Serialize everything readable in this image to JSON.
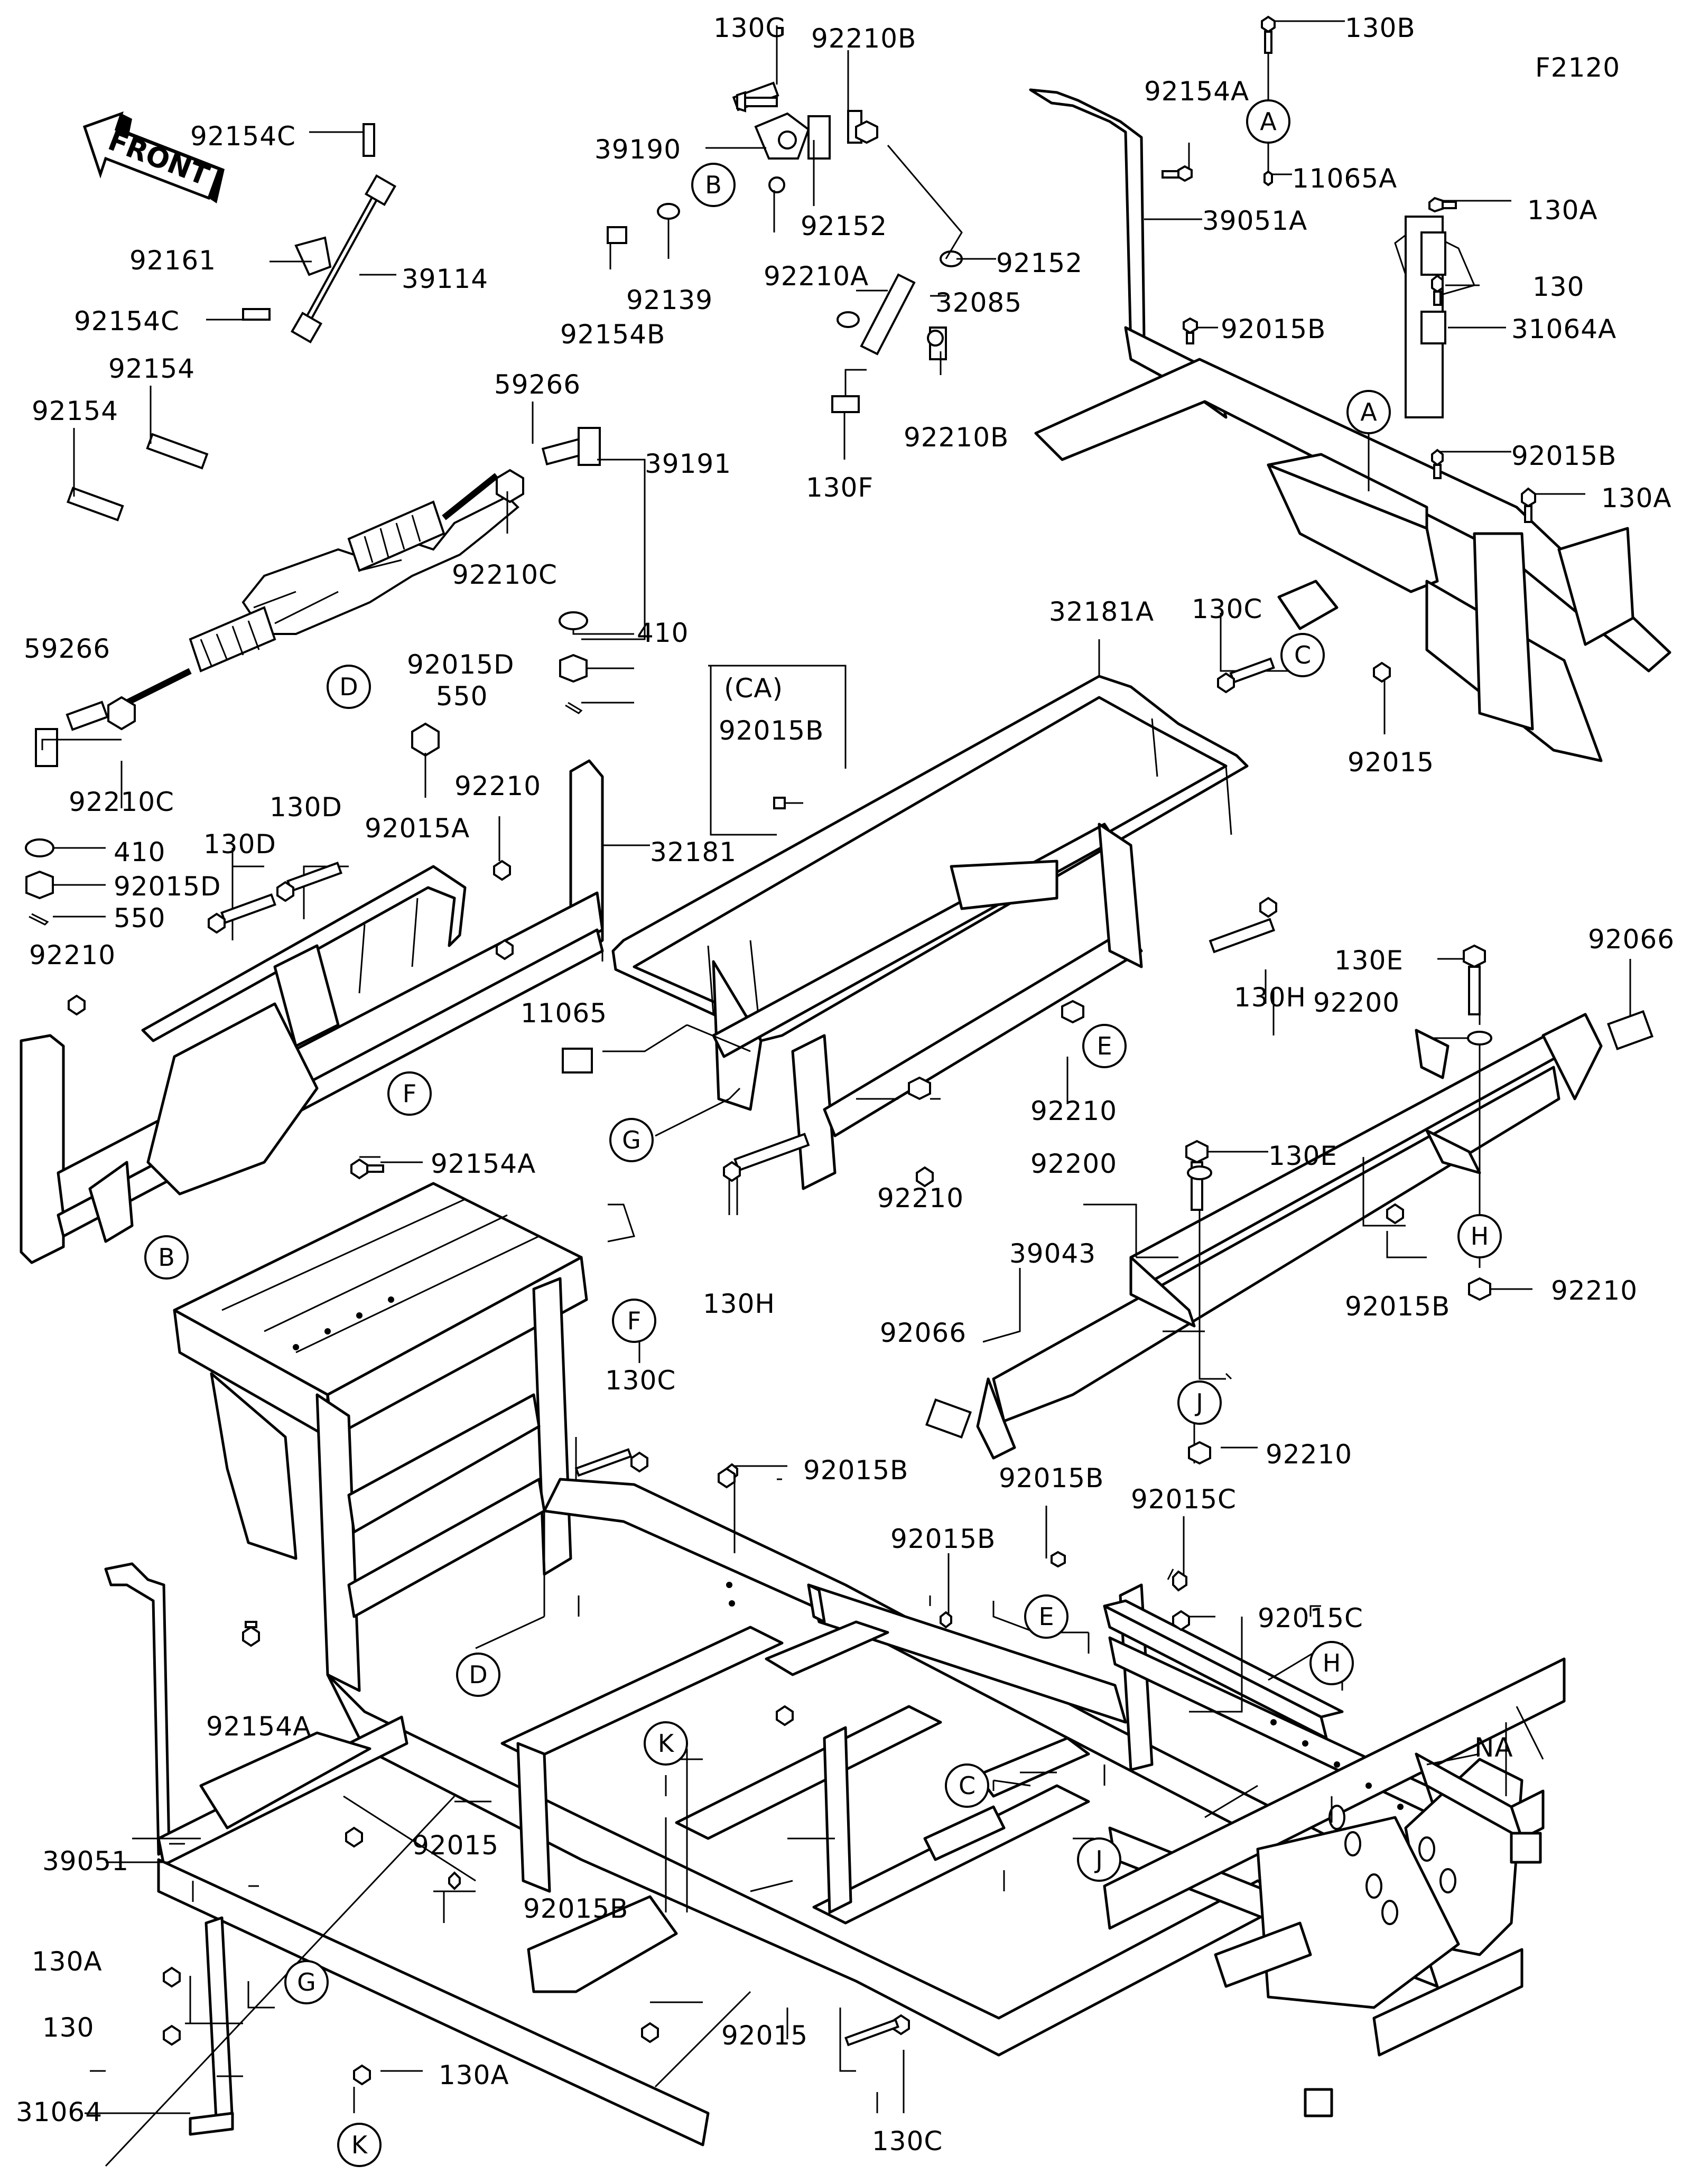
{
  "diagram": {
    "figure_code": "F2120",
    "front_arrow_label": "FRONT",
    "callout_letters": [
      "A",
      "B",
      "C",
      "D",
      "E",
      "F",
      "G",
      "H",
      "J",
      "K"
    ],
    "part_labels": {
      "p130G": "130G",
      "p92210B_top": "92210B",
      "p130B": "130B",
      "p92154C_top": "92154C",
      "p39190": "39190",
      "p92154A_top": "92154A",
      "p11065A": "11065A",
      "p39051A": "39051A",
      "p130A_top": "130A",
      "p92152_a": "92152",
      "p92152_b": "92152",
      "p92161": "92161",
      "p39114": "39114",
      "p92139": "92139",
      "p92210A": "92210A",
      "p32085": "32085",
      "p130_top": "130",
      "p92154C_mid": "92154C",
      "p92154B": "92154B",
      "p92015B_a": "92015B",
      "p31064A": "31064A",
      "p92154_a": "92154",
      "p92154_b": "92154",
      "p59266_a": "59266",
      "p39191": "39191",
      "p92210B_mid": "92210B",
      "p130F": "130F",
      "p92015B_b": "92015B",
      "p130A_mid": "130A",
      "p92210C_a": "92210C",
      "p410_a": "410",
      "p32181A": "32181A",
      "p130C_top": "130C",
      "p59266_b": "59266",
      "p92015D_a": "92015D",
      "p550_a": "550",
      "p CA": "(CA)",
      "p92015B_ca": "92015B",
      "p92015_top": "92015",
      "p92210C_b": "92210C",
      "p92015A": "92015A",
      "p92210_a": "92210",
      "p130D_a": "130D",
      "p130D_b": "130D",
      "p32181": "32181",
      "p410_b": "410",
      "p92015D_b": "92015D",
      "p550_b": "550",
      "p92210_b": "92210",
      "p92066_a": "92066",
      "p130E_a": "130E",
      "p130H_a": "130H",
      "p11065": "11065",
      "p92200_a": "92200",
      "p92210_c": "92210",
      "p130E_b": "130E",
      "p92200_b": "92200",
      "p92154A_mid": "92154A",
      "p92210_d": "92210",
      "p130H_b": "130H",
      "p39043": "39043",
      "p92015B_c": "92015B",
      "p92210_e": "92210",
      "p92066_b": "92066",
      "p130C_mid": "130C",
      "p92210_f": "92210",
      "p92015B_d": "92015B",
      "p92015B_e": "92015B",
      "p92015C_a": "92015C",
      "p92015B_f": "92015B",
      "p92015C_b": "92015C",
      "p92154A_low": "92154A",
      "pNA": "NA",
      "p39051": "39051",
      "p92015_mid": "92015",
      "p92015B_g": "92015B",
      "p130A_low": "130A",
      "p130_low": "130",
      "p92015_low": "92015",
      "p31064": "31064",
      "p130A_bottom": "130A",
      "p130C_bottom": "130C"
    }
  }
}
